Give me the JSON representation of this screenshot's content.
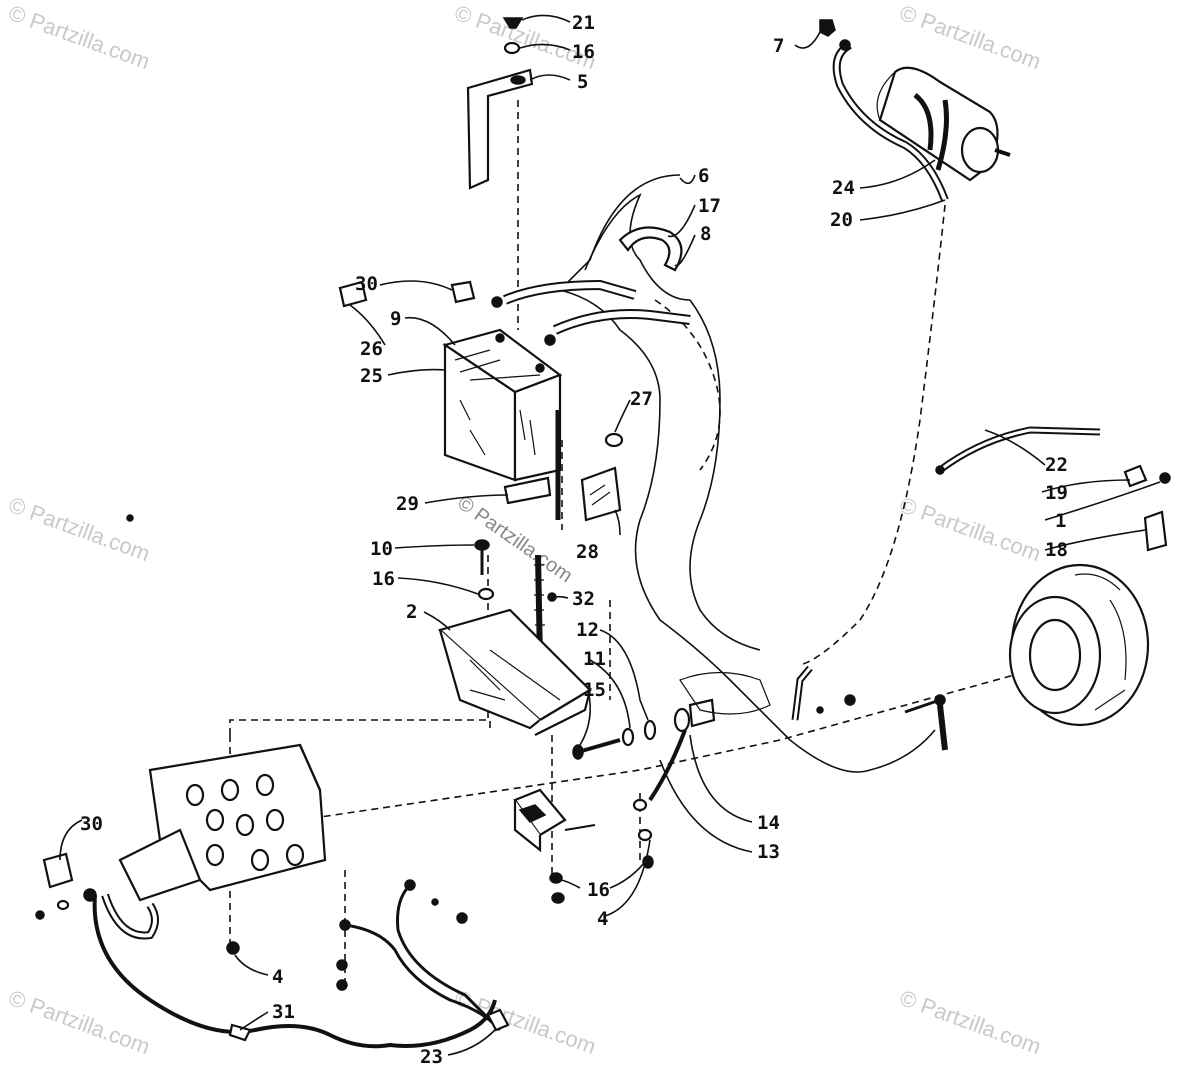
{
  "watermark": {
    "text": "© Partzilla.com",
    "color": "#c9c9c9"
  },
  "labels": {
    "l21": "21",
    "l16a": "16",
    "l5": "5",
    "l7": "7",
    "l6": "6",
    "l17": "17",
    "l8": "8",
    "l24": "24",
    "l20": "20",
    "l30a": "30",
    "l9": "9",
    "l26": "26",
    "l25": "25",
    "l27": "27",
    "l29": "29",
    "l28": "28",
    "l22": "22",
    "l19": "19",
    "l1": "1",
    "l18": "18",
    "l10": "10",
    "l16b": "16",
    "l32": "32",
    "l2": "2",
    "l12": "12",
    "l11": "11",
    "l15": "15",
    "l14": "14",
    "l13": "13",
    "l30b": "30",
    "l16c": "16",
    "l4a": "4",
    "l4b": "4",
    "l31": "31",
    "l23": "23"
  },
  "icons": {
    "battery": "battery-icon",
    "starter": "starter-motor-icon",
    "headlight": "headlight-icon",
    "solenoid": "solenoid-icon"
  }
}
